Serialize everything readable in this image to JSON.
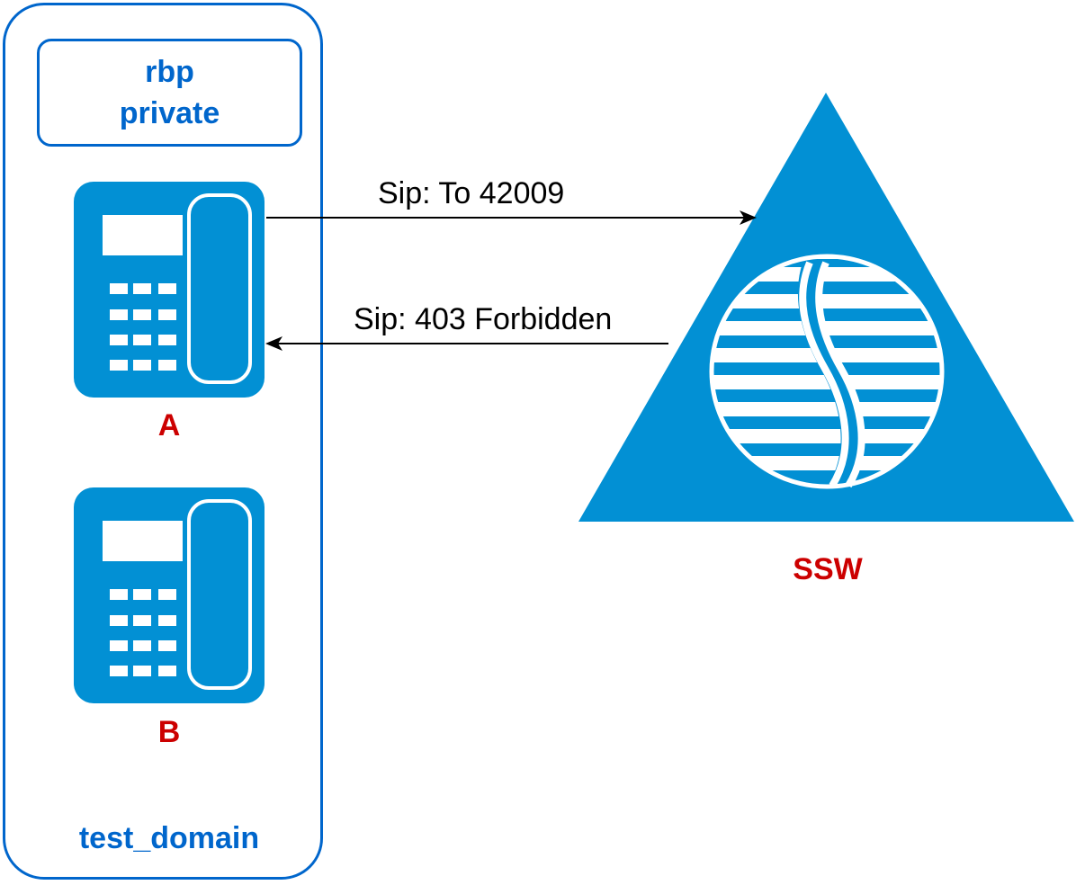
{
  "domain": {
    "label": "test_domain",
    "border_color": "#0066cc"
  },
  "profile": {
    "line1": "rbp",
    "line2": "private"
  },
  "phones": [
    {
      "id": "A",
      "label": "A",
      "icon": "desk-phone-icon"
    },
    {
      "id": "B",
      "label": "B",
      "icon": "desk-phone-icon"
    }
  ],
  "server": {
    "label": "SSW",
    "icon": "softswitch-triangle-icon"
  },
  "messages": [
    {
      "text": "Sip: To 42009",
      "from": "A",
      "to": "SSW"
    },
    {
      "text": "Sip: 403 Forbidden",
      "from": "SSW",
      "to": "A"
    }
  ],
  "colors": {
    "icon_fill": "#0290d4",
    "label_red": "#cc0000",
    "domain_blue": "#0066cc"
  }
}
